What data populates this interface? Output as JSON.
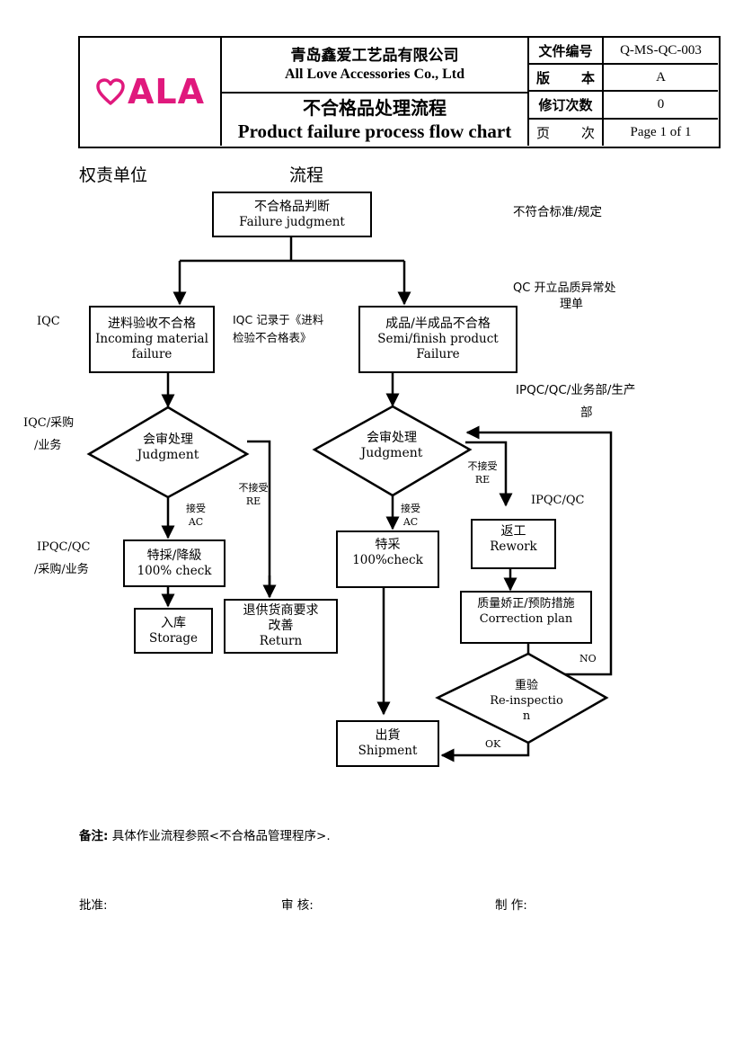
{
  "header": {
    "logo": {
      "icon": "heart-outline-icon",
      "text": "ALA",
      "color": "#e0197d"
    },
    "company_cn": "青岛鑫爱工艺品有限公司",
    "company_en": "All Love Accessories Co., Ltd",
    "title_cn": "不合格品处理流程",
    "title_en": "Product failure process flow chart",
    "fields": [
      {
        "label_a": "文件编号",
        "label_b": "",
        "value": "Q-MS-QC-003"
      },
      {
        "label_a": "版",
        "label_b": "本",
        "value": "A"
      },
      {
        "label_a": "修订次数",
        "label_b": "",
        "value": "0"
      },
      {
        "label_a": "页",
        "label_b": "次",
        "value": "Page 1 of 1"
      }
    ]
  },
  "columns": {
    "responsible": "权责单位",
    "process": "流程"
  },
  "side_labels": {
    "iqc": "IQC",
    "iqc_purchase_line1": "IQC/采购",
    "iqc_purchase_line2": "/业务",
    "ipqc_qc_line1": "IPQC/QC",
    "ipqc_qc_line2": "/采购/业务",
    "right_standard": "不符合标准/规定",
    "right_qc_line1": "QC 开立品质异常处",
    "right_qc_line2": "理单",
    "iqc_record_line1": "IQC  记录于《进料",
    "iqc_record_line2": "检验不合格表》",
    "right_ipqc_line1": "IPQC/QC/业务部/生产",
    "right_ipqc_line2": "部",
    "rework_ipqc": "IPQC/QC"
  },
  "flow": {
    "start": {
      "cn": "不合格品判断",
      "en": "Failure judgment"
    },
    "incoming": {
      "cn": "进料验收不合格",
      "en1": "Incoming material",
      "en2": "failure"
    },
    "semi": {
      "cn": "成品/半成品不合格",
      "en1": "Semi/finish product",
      "en2": "Failure"
    },
    "judge_left": {
      "cn": "会审处理",
      "en": "Judgment"
    },
    "judge_right": {
      "cn": "会审处理",
      "en": "Judgment"
    },
    "special_left": {
      "cn": "特採/降級",
      "en": "100% check"
    },
    "storage": {
      "cn": "入库",
      "en": "Storage"
    },
    "return": {
      "cn1": "退供货商要求",
      "cn2": "改善",
      "en": "Return"
    },
    "special_right": {
      "cn": "特采",
      "en": "100%check"
    },
    "rework": {
      "cn": "返工",
      "en": "Rework"
    },
    "correction": {
      "cn": "质量娇正/预防措施",
      "en": "Correction plan"
    },
    "reinspect": {
      "cn": "重验",
      "en1": "Re-inspectio",
      "en2": "n"
    },
    "shipment": {
      "cn": "出貨",
      "en": "Shipment"
    },
    "accept_cn": "接受",
    "accept_en": "AC",
    "reject_cn": "不接受",
    "reject_en": "RE",
    "no": "NO",
    "ok": "OK"
  },
  "footer": {
    "remark_label": "备注:",
    "remark_text": "具体作业流程参照<不合格品管理程序>.",
    "approve": "批准:",
    "review": "审  核:",
    "prepare": "制  作:"
  }
}
